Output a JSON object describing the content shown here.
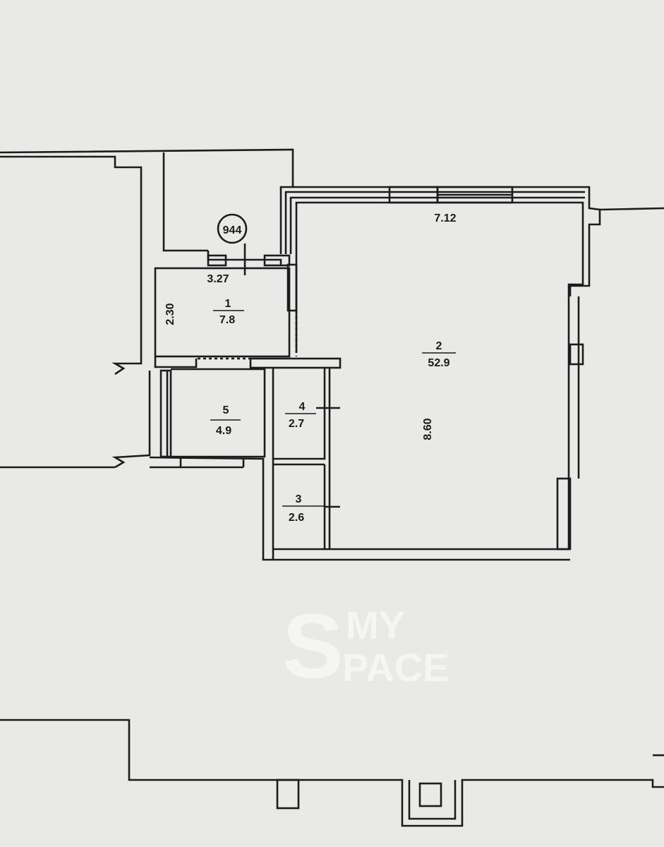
{
  "plan": {
    "apartment_number": "944",
    "rooms": [
      {
        "number": "1",
        "area": "7.8"
      },
      {
        "number": "2",
        "area": "52.9"
      },
      {
        "number": "3",
        "area": "2.6"
      },
      {
        "number": "4",
        "area": "2.7"
      },
      {
        "number": "5",
        "area": "4.9"
      }
    ],
    "dimensions": {
      "room1_width": "3.27",
      "room1_depth": "2.30",
      "room2_width": "7.12",
      "room2_depth": "8.60"
    }
  },
  "watermark": {
    "logo_letter": "S",
    "line1": "MY",
    "line2": "PACE"
  },
  "colors": {
    "paper": "#e9e9e7",
    "ink": "#1c1c1c"
  }
}
